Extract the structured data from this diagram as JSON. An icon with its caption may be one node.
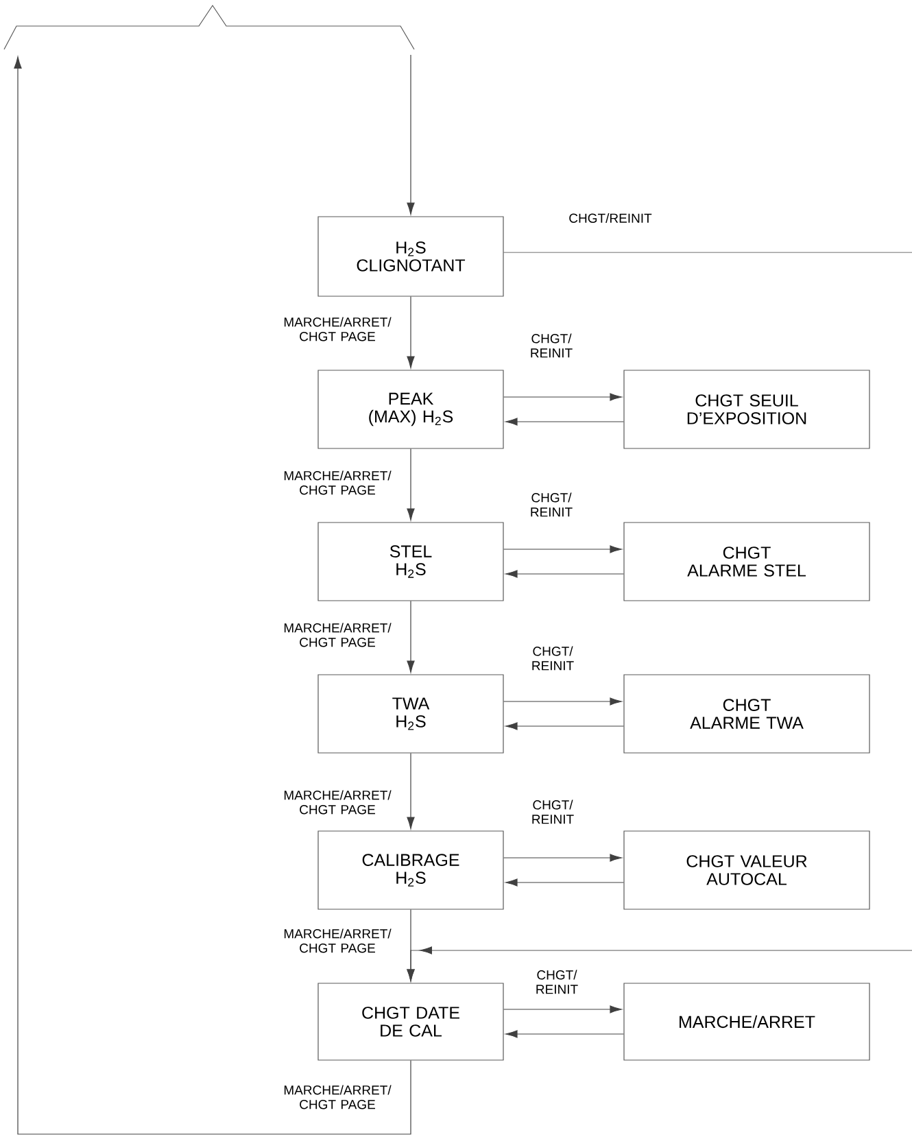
{
  "diagram": {
    "nodes": [
      {
        "text": [
          "H$_{2}$S CLIGNOTANT"
        ]
      },
      {
        "text": [
          "PEAK (MAX) H$_{2}$S"
        ]
      },
      {
        "text": [
          "CHGT SEUIL D’EXPOSITION"
        ]
      },
      {
        "text": [
          "STEL H$_{2}$S"
        ]
      },
      {
        "text": [
          "CHGT ALARME STEL"
        ]
      },
      {
        "text": [
          "TWA H$_{2}$S"
        ]
      },
      {
        "text": [
          "CHGT ALARME TWA"
        ]
      },
      {
        "text": [
          "CALIBRAGE H$_{2}$S"
        ]
      },
      {
        "text": [
          "CHGT VALEUR AUTOCAL"
        ]
      },
      {
        "text": [
          "CHGT DATE DE CAL"
        ]
      },
      {
        "text": [
          "MARCHE/ARRET"
        ]
      },
      {
        "text": [],
        "shape": "bracket"
      }
    ],
    "edges": [
      {
        "from": 11,
        "to": 0,
        "arrow": "to"
      },
      {
        "from": 0,
        "to": null,
        "arrow": "none",
        "label": "CHGT/REINIT"
      },
      {
        "from": 0,
        "to": 1,
        "arrow": "to",
        "label": "MARCHE/ARRET/ CHGT PAGE"
      },
      {
        "from": 1,
        "to": 2,
        "arrow": "to",
        "label": "CHGT/ REINIT"
      },
      {
        "from": 2,
        "to": 1,
        "arrow": "to"
      },
      {
        "from": 1,
        "to": 3,
        "arrow": "to",
        "label": "MARCHE/ARRET/ CHGT PAGE"
      },
      {
        "from": 3,
        "to": 4,
        "arrow": "to",
        "label": "CHGT/ REINIT"
      },
      {
        "from": 4,
        "to": 3,
        "arrow": "to"
      },
      {
        "from": 3,
        "to": 5,
        "arrow": "to",
        "label": "MARCHE/ARRET/ CHGT PAGE"
      },
      {
        "from": 5,
        "to": 6,
        "arrow": "to",
        "label": "CHGT/ REINIT"
      },
      {
        "from": 6,
        "to": 5,
        "arrow": "to"
      },
      {
        "from": 5,
        "to": 7,
        "arrow": "to",
        "label": "MARCHE/ARRET/ CHGT PAGE"
      },
      {
        "from": 7,
        "to": 8,
        "arrow": "to",
        "label": "CHGT/ REINIT"
      },
      {
        "from": 8,
        "to": 7,
        "arrow": "to"
      },
      {
        "from": null,
        "to": 9,
        "arrow": "to"
      },
      {
        "from": 7,
        "to": 9,
        "arrow": "to",
        "label": "MARCHE/ARRET/ CHGT PAGE"
      },
      {
        "from": 9,
        "to": 10,
        "arrow": "to",
        "label": "CHGT/ REINIT"
      },
      {
        "from": 10,
        "to": 9,
        "arrow": "to"
      },
      {
        "from": 9,
        "to": 11,
        "arrow": "to",
        "label": "MARCHE/ARRET/ CHGT PAGE"
      }
    ]
  }
}
